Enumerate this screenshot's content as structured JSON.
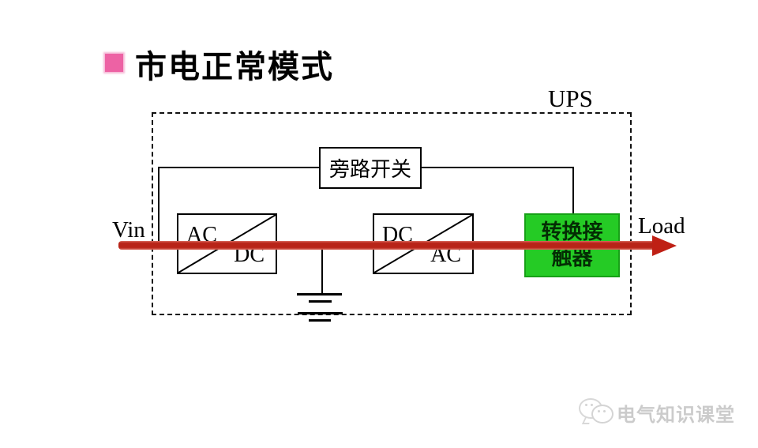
{
  "title": {
    "text": "市电正常模式"
  },
  "diagram": {
    "ups_label": "UPS",
    "input_label": "Vin",
    "output_label": "Load",
    "bypass_switch": {
      "label": "旁路开关"
    },
    "rectifier": {
      "input_label": "AC",
      "output_label": "DC"
    },
    "inverter": {
      "input_label": "DC",
      "output_label": "AC"
    },
    "transfer_contactor": {
      "label": "转换接触器",
      "fill_color": "#25cb25"
    },
    "flow_arrow": {
      "color": "#b82418",
      "direction": "left-to-right"
    },
    "battery_symbol": "battery-ground-symbol",
    "accent_bullet_color": "#ed62a4"
  },
  "watermark": {
    "text": "电气知识课堂",
    "icon": "chat-bubbles-logo",
    "color": "#cbcbcb"
  }
}
